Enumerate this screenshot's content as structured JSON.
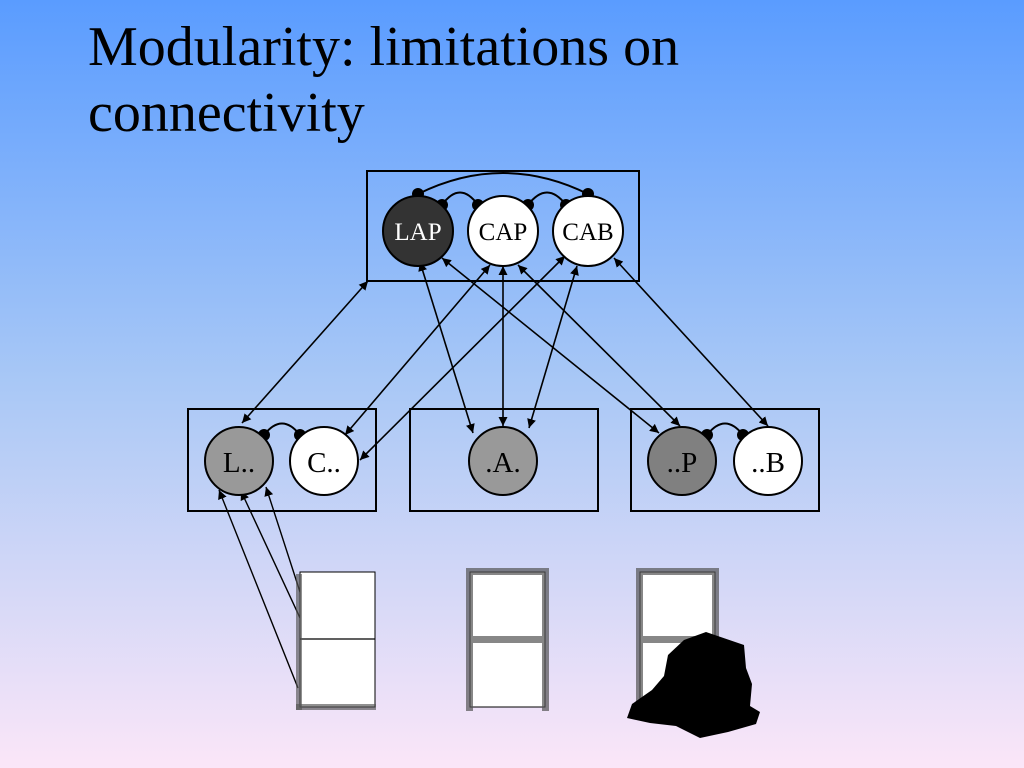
{
  "slide": {
    "title_line1": "Modularity: limitations on",
    "title_line2": "connectivity"
  },
  "nodes": {
    "lap": "LAP",
    "cap": "CAP",
    "cab": "CAB",
    "l": "L..",
    "c": "C..",
    "a": ".A.",
    "p": "..P",
    "b": "..B"
  },
  "colors": {
    "dark_node": "#333333",
    "gray_node": "#999999",
    "mid_gray_node": "#808080",
    "white_node": "#ffffff"
  }
}
